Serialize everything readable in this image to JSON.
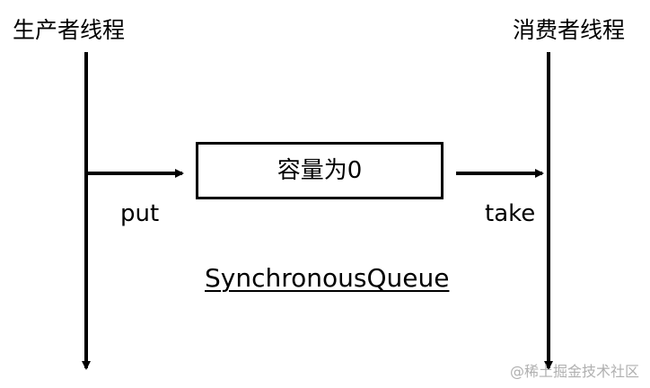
{
  "threads": {
    "producer": "生产者线程",
    "consumer": "消费者线程"
  },
  "operations": {
    "put": "put",
    "take": "take"
  },
  "queue": {
    "capacity_text": "容量为0",
    "name": "SynchronousQueue"
  },
  "watermark": "@稀土掘金技术社区",
  "colors": {
    "line": "#000000",
    "watermark": "#b0b0b0"
  }
}
